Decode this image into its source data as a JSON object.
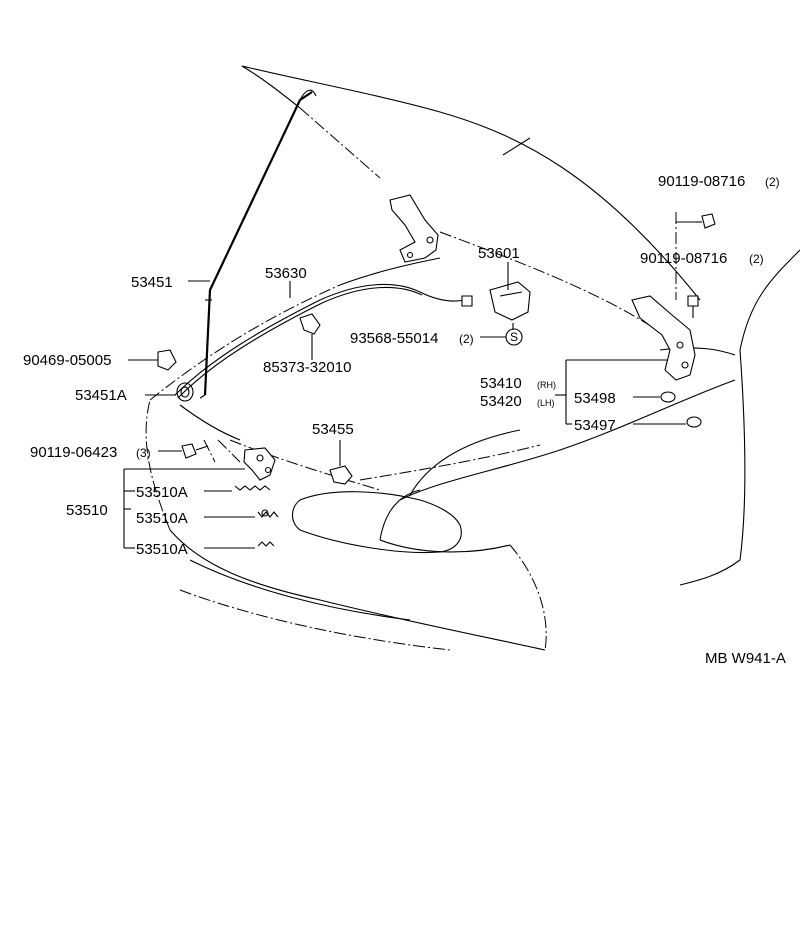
{
  "labels": {
    "p53451": "53451",
    "p53630": "53630",
    "p53601": "53601",
    "p90119_08716_a": "90119-08716",
    "p90119_08716_a_qty": "(2)",
    "p90119_08716_b": "90119-08716",
    "p90119_08716_b_qty": "(2)",
    "p93568_55014": "93568-55014",
    "p93568_55014_qty": "(2)",
    "p93568_55014_mark": "S",
    "p90469_05005": "90469-05005",
    "p85373_32010": "85373-32010",
    "p53451A": "53451A",
    "p53410": "53410",
    "p53410_side": "(RH)",
    "p53420": "53420",
    "p53420_side": "(LH)",
    "p53498": "53498",
    "p53497": "53497",
    "p90119_06423": "90119-06423",
    "p90119_06423_qty": "(3)",
    "p53455": "53455",
    "p53510": "53510",
    "p53510A_1": "53510A",
    "p53510A_2": "53510A",
    "p53510A_3": "53510A",
    "figure_code": "MB W941-A"
  }
}
